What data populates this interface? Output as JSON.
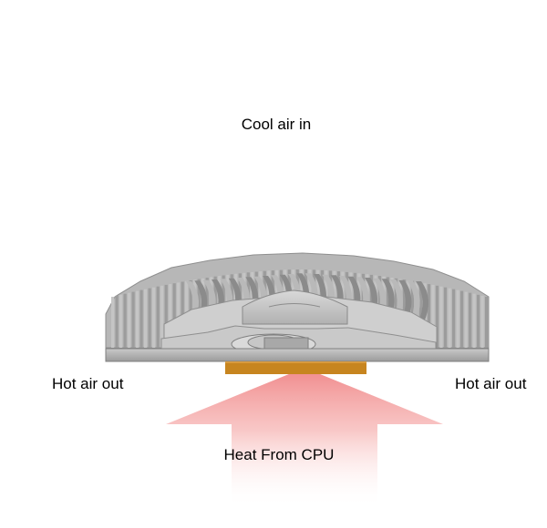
{
  "labels": {
    "cool_air_in": "Cool air in",
    "hot_air_out_left": "Hot air out",
    "hot_air_out_right": "Hot air out",
    "heat_from_cpu": "Heat From CPU"
  },
  "colors": {
    "heatsink_fin_light": "#c2c2c2",
    "heatsink_fin_dark": "#8d8d8d",
    "heatsink_base": "#a6a6a6",
    "cpu_contact_plate": "#c7851f",
    "heat_arrow": "#ef7f80",
    "text": "#000000"
  },
  "icons": {
    "heatsink": "radial-fin-heatsink-icon",
    "heat_arrow": "upward-heat-arrow-icon"
  }
}
